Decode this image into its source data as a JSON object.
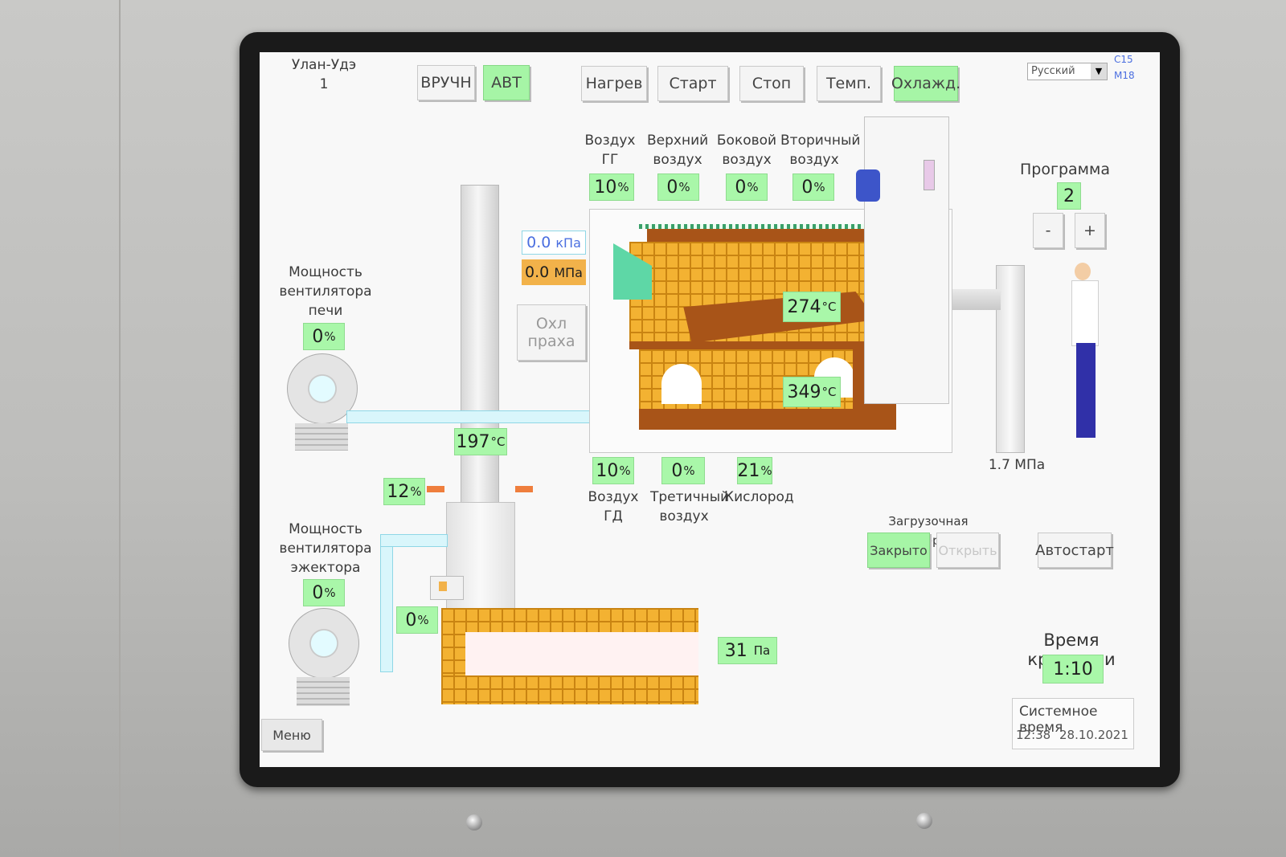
{
  "header": {
    "location": "Улан-Удэ",
    "unit_number": "1",
    "mode_buttons": {
      "manual": "ВРУЧН",
      "auto": "АВТ"
    },
    "action_buttons": {
      "heat": "Нагрев",
      "start": "Старт",
      "stop": "Стоп",
      "temp": "Темп.",
      "cool": "Охлажд."
    },
    "language_select": "Русский",
    "corner_codes": [
      "C15",
      "M18"
    ]
  },
  "air": {
    "top": [
      {
        "label": "Воздух ГГ",
        "line1": "Воздух",
        "line2": "ГГ",
        "value": "10",
        "unit": "%"
      },
      {
        "label": "Верхний воздух",
        "line1": "Верхний",
        "line2": "воздух",
        "value": "0",
        "unit": "%"
      },
      {
        "label": "Боковой воздух",
        "line1": "Боковой",
        "line2": "воздух",
        "value": "0",
        "unit": "%"
      },
      {
        "label": "Вторичный воздух",
        "line1": "Вторичный",
        "line2": "воздух",
        "value": "0",
        "unit": "%"
      }
    ],
    "bottom": [
      {
        "line1": "Воздух",
        "line2": "ГД",
        "value": "10",
        "unit": "%"
      },
      {
        "line1": "Третичный",
        "line2": "воздух",
        "value": "0",
        "unit": "%"
      },
      {
        "line1": "Кислород",
        "line2": "",
        "value": "21",
        "unit": "%"
      }
    ]
  },
  "pressure": {
    "kpa_value": "0.0",
    "kpa_unit": "кПа",
    "mpa_value": "0.0",
    "mpa_unit": "МПа",
    "hydraulic": "1.7 МПа",
    "draft_value": "31",
    "draft_unit": "Па"
  },
  "ash_button": {
    "line1": "Охл",
    "line2": "праха"
  },
  "temperatures": {
    "main_chamber": {
      "value": "274",
      "unit": "°C"
    },
    "afterburner": {
      "value": "349",
      "unit": "°C"
    },
    "chimney": {
      "value": "197",
      "unit": "°C"
    }
  },
  "fans": {
    "furnace": {
      "line1": "Мощность",
      "line2": "вентилятора",
      "line3": "печи",
      "value": "0",
      "unit": "%"
    },
    "ejector": {
      "line1": "Мощность",
      "line2": "вентилятора",
      "line3": "эжектора",
      "value": "0",
      "unit": "%"
    }
  },
  "dampers": {
    "chimney_damper": {
      "value": "12",
      "unit": "%"
    },
    "ejector_damper": {
      "value": "0",
      "unit": "%"
    }
  },
  "program": {
    "label": "Программа",
    "value": "2",
    "minus": "-",
    "plus": "+"
  },
  "door": {
    "label": "Загрузочная дверь",
    "closed": "Закрыто",
    "open": "Открыть"
  },
  "autostart": "Автостарт",
  "cremation_time": {
    "label": "Время кремации",
    "value": "1:10"
  },
  "system_time": {
    "label": "Системное время",
    "time": "12:38",
    "date": "28.10.2021"
  },
  "menu": "Меню",
  "colors": {
    "accent_green": "#a9f7a9",
    "brick": "#f3b232",
    "brick_dark": "#a85418",
    "mpa_box": "#f2b24a",
    "pipe": "#d9f6fb"
  }
}
